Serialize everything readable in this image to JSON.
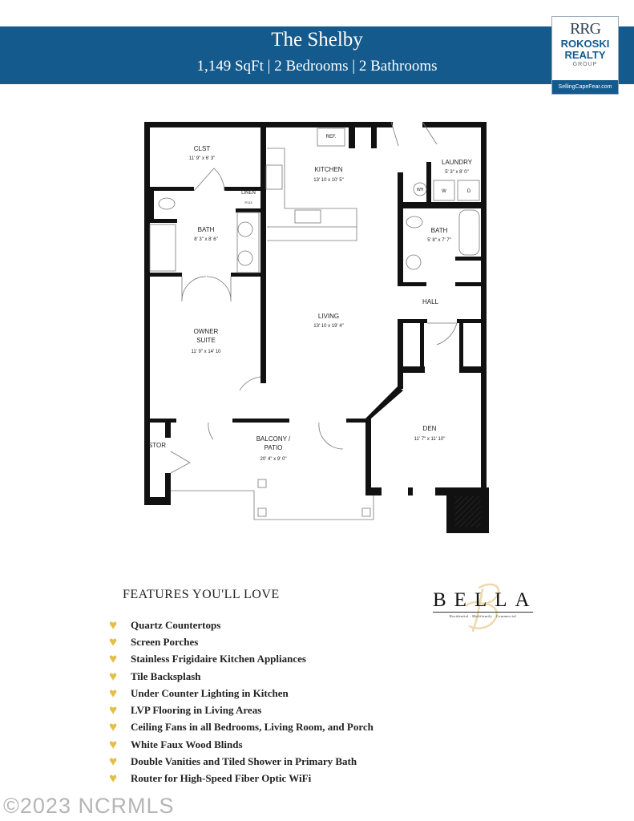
{
  "header": {
    "title": "The Shelby",
    "subtitle": "1,149 SqFt | 2 Bedrooms | 2 Bathrooms"
  },
  "logo": {
    "monogram": "RRG",
    "name_line1": "ROKOSKI",
    "name_line2": "REALTY",
    "name_line3": "GROUP",
    "url": "SellingCapeFear.com"
  },
  "floorplan": {
    "rooms": [
      {
        "name": "CLST",
        "dims": "11' 9\" x 6' 3\""
      },
      {
        "name": "KITCHEN",
        "dims": "13' 10 x 10' 5\""
      },
      {
        "name": "LAUNDRY",
        "dims": "5' 3\" x 8' 0\""
      },
      {
        "name": "BATH",
        "dims": "8' 3\" x 8' 6\""
      },
      {
        "name": "BATH",
        "dims": "5' 8\" x 7' 7\""
      },
      {
        "name": "HALL",
        "dims": ""
      },
      {
        "name": "LIVING",
        "dims": "13' 10 x 19' 4\""
      },
      {
        "name": "OWNER",
        "name2": "SUITE",
        "dims": "11' 9\" x 14' 10"
      },
      {
        "name": "DEN",
        "dims": "11' 7\" x 11' 10\""
      },
      {
        "name": "BALCONY /",
        "name2": "PATIO",
        "dims": "20' 4\" x 9' 0\""
      },
      {
        "name": "STOR",
        "dims": ""
      }
    ],
    "fixtures": {
      "ref": "REF.",
      "linen": "LINEN",
      "linen_sub": "P113",
      "washer": "W",
      "dryer": "D",
      "water_heater": "WH"
    }
  },
  "features": {
    "heading": "FEATURES YOU'LL LOVE",
    "items": [
      "Quartz Countertops",
      "Screen Porches",
      "Stainless Frigidaire Kitchen Appliances",
      "Tile Backsplash",
      "Under Counter Lighting in Kitchen",
      "LVP Flooring in Living Areas",
      "Ceiling Fans in all Bedrooms, Living Room, and Porch",
      "White Faux Wood Blinds",
      "Double Vanities and Tiled Shower in Primary Bath",
      "Router for High-Speed Fiber Optic WiFi"
    ],
    "bullet_color": "#e2bf4a"
  },
  "bella": {
    "word": "BELLA",
    "tagline": "Residential · Multifamily · Commercial"
  },
  "watermark": "©2023 NCRMLS",
  "colors": {
    "banner": "#145a8d"
  }
}
